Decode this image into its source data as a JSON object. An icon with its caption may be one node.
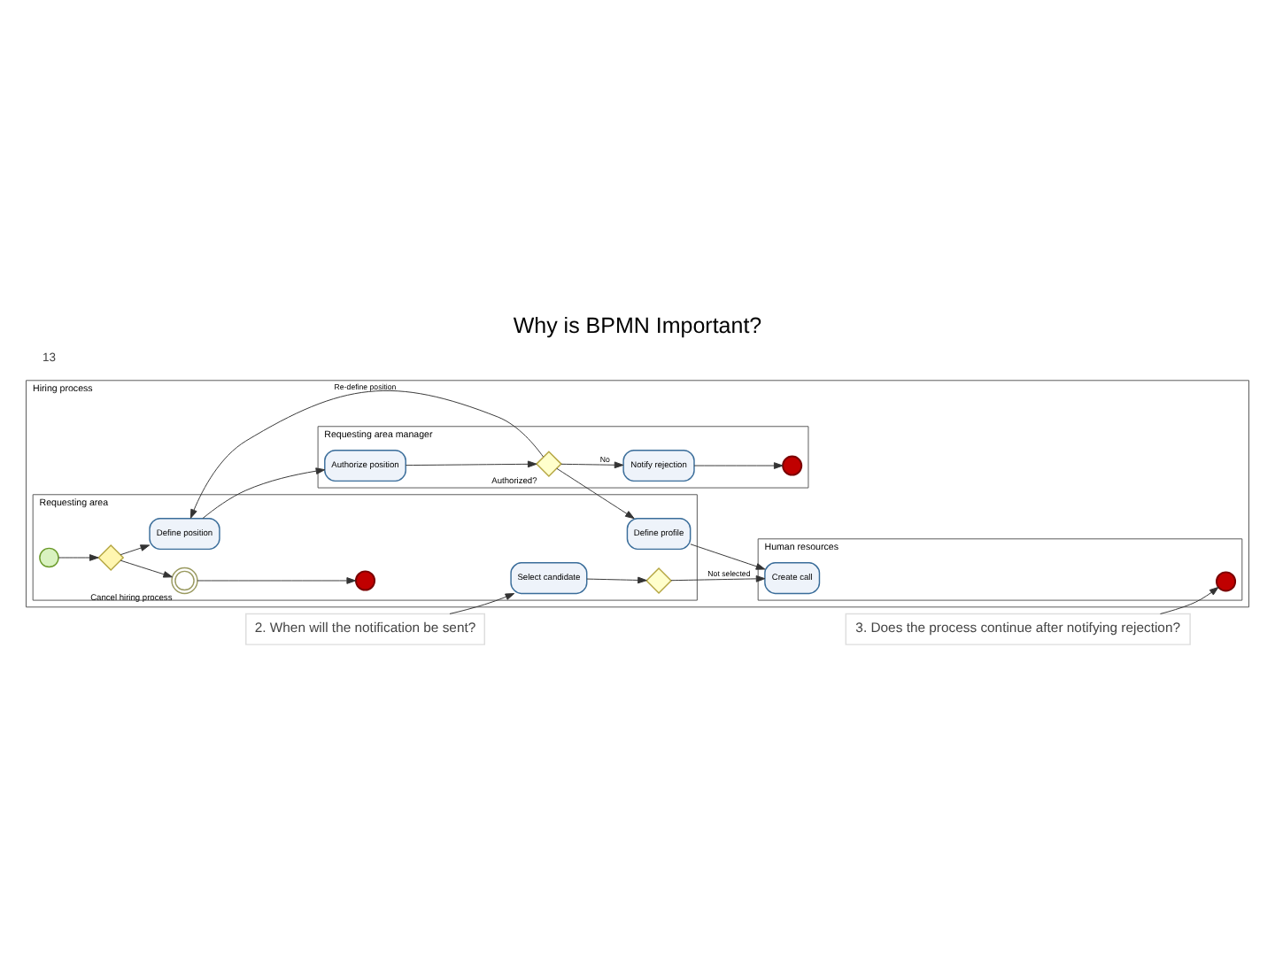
{
  "diagram": {
    "title": "Why is BPMN Important?",
    "nodes": [
      {
        "text": [
          "Hiring process"
        ]
      },
      {
        "text": [
          "Requesting area"
        ],
        "in": 0
      },
      {
        "text": [
          "Requesting area manager"
        ],
        "in": 0
      },
      {
        "text": [
          "Human resources"
        ],
        "in": 0
      },
      {
        "text": [],
        "shape": "circle",
        "in": 1
      },
      {
        "text": [],
        "shape": "diamond",
        "in": 1
      },
      {
        "text": [
          "Define position"
        ],
        "in": 1
      },
      {
        "text": [],
        "shape": "circle",
        "in": 1,
        "beside": [
          "Cancel hiring process"
        ]
      },
      {
        "text": [],
        "shape": "circle",
        "in": 1
      },
      {
        "text": [
          "Define profile"
        ],
        "in": 1
      },
      {
        "text": [
          "Select candidate"
        ],
        "in": 1
      },
      {
        "text": [],
        "shape": "diamond",
        "in": 1
      },
      {
        "text": [
          "Authorize position"
        ],
        "in": 2
      },
      {
        "text": [],
        "shape": "diamond",
        "in": 2,
        "beside": [
          "Authorized?"
        ]
      },
      {
        "text": [
          "Notify rejection"
        ],
        "in": 2
      },
      {
        "text": [],
        "shape": "circle",
        "in": 2
      },
      {
        "text": [
          "Create call"
        ],
        "in": 3
      },
      {
        "text": [],
        "shape": "circle",
        "in": 3
      },
      {
        "text": [
          "2. When will the notification be sent?"
        ]
      },
      {
        "text": [
          "3. Does the process continue after notifying rejection?"
        ]
      }
    ],
    "edges": [
      {
        "from": 4,
        "to": 5,
        "arrow": "to"
      },
      {
        "from": 5,
        "to": 6,
        "arrow": "to"
      },
      {
        "from": 5,
        "to": 7,
        "arrow": "to"
      },
      {
        "from": 7,
        "to": 8,
        "arrow": "to"
      },
      {
        "from": 6,
        "to": 12,
        "arrow": "to"
      },
      {
        "from": 12,
        "to": 13,
        "arrow": "to"
      },
      {
        "from": 13,
        "to": 6,
        "arrow": "to",
        "label": "Re-define position"
      },
      {
        "from": 13,
        "to": 9,
        "arrow": "to"
      },
      {
        "from": 13,
        "to": 14,
        "arrow": "to",
        "label": "No"
      },
      {
        "from": 14,
        "to": 15,
        "arrow": "to"
      },
      {
        "from": 9,
        "to": 16,
        "arrow": "to"
      },
      {
        "from": 11,
        "to": 16,
        "arrow": "to",
        "label": "Not selected"
      },
      {
        "from": 18,
        "to": 10,
        "arrow": "to"
      },
      {
        "from": 10,
        "to": 11,
        "arrow": "to"
      },
      {
        "from": 19,
        "to": 17,
        "arrow": "to"
      }
    ],
    "labels": [
      "13"
    ]
  }
}
